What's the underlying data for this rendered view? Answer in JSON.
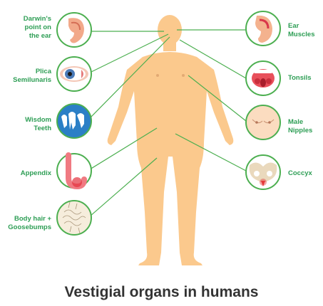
{
  "title": "Vestigial organs in humans",
  "colors": {
    "accent": "#2e9e55",
    "body": "#fbc98d",
    "line": "#4caf50",
    "title": "#333333"
  },
  "organs_left": [
    {
      "label": "Darwin's point on the ear",
      "lines": [
        "Darwin's",
        "point on",
        "the ear"
      ],
      "icon": "ear-icon"
    },
    {
      "label": "Plica Semilunaris",
      "lines": [
        "Plica",
        "Semilunaris"
      ],
      "icon": "eye-icon"
    },
    {
      "label": "Wisdom Teeth",
      "lines": [
        "Wisdom",
        "Teeth"
      ],
      "icon": "teeth-icon"
    },
    {
      "label": "Appendix",
      "lines": [
        "Appendix"
      ],
      "icon": "appendix-icon"
    },
    {
      "label": "Body hair + Goosebumps",
      "lines": [
        "Body hair +",
        "Goosebumps"
      ],
      "icon": "skin-hair-icon"
    }
  ],
  "organs_right": [
    {
      "label": "Ear Muscles",
      "lines": [
        "Ear",
        "Muscles"
      ],
      "icon": "ear-muscle-icon"
    },
    {
      "label": "Tonsils",
      "lines": [
        "Tonsils"
      ],
      "icon": "mouth-tonsils-icon"
    },
    {
      "label": "Male Nipples",
      "lines": [
        "Male",
        "Nipples"
      ],
      "icon": "chest-icon"
    },
    {
      "label": "Coccyx",
      "lines": [
        "Coccyx"
      ],
      "icon": "pelvis-icon"
    }
  ]
}
